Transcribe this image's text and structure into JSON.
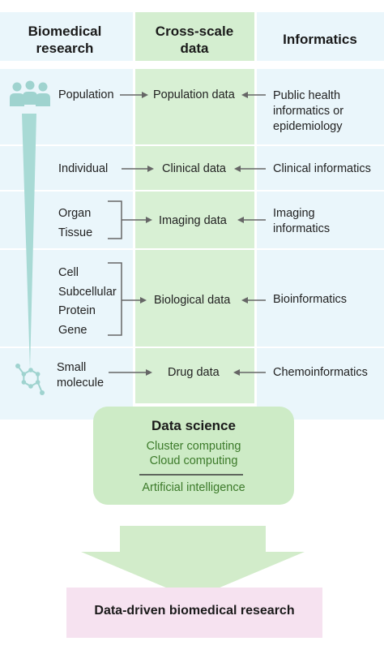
{
  "colors": {
    "left_bg": "#eaf6fb",
    "mid_bg": "#d8f0d4",
    "right_bg": "#eaf6fb",
    "header_left_bg": "#eaf6fb",
    "header_mid_bg": "#d4eed0",
    "separator": "#ffffff",
    "arrow": "#666666",
    "funnel": "#a8dad5",
    "icon": "#9fd3cf",
    "data_science_bg": "#cdebc6",
    "data_science_text": "#3c7a2a",
    "big_arrow": "#d2ecca",
    "result_bg": "#f6e2f0"
  },
  "headers": {
    "left": "Biomedical research",
    "middle": "Cross-scale data",
    "right": "Informatics"
  },
  "rows": [
    {
      "left": [
        "Population"
      ],
      "middle": "Population data",
      "right": [
        "Public health",
        "informatics or",
        "epidemiology"
      ],
      "icon": "people-icon"
    },
    {
      "left": [
        "Individual"
      ],
      "middle": "Clinical data",
      "right": [
        "Clinical informatics"
      ]
    },
    {
      "left": [
        "Organ",
        "Tissue"
      ],
      "middle": "Imaging data",
      "right": [
        "Imaging",
        "informatics"
      ]
    },
    {
      "left": [
        "Cell",
        "Subcellular",
        "Protein",
        "Gene"
      ],
      "middle": "Biological data",
      "right": [
        "Bioinformatics"
      ]
    },
    {
      "left": [
        "Small",
        "molecule"
      ],
      "middle": "Drug data",
      "right": [
        "Chemoinformatics"
      ],
      "icon": "molecule-icon"
    }
  ],
  "data_science": {
    "title": "Data science",
    "items": [
      "Cluster computing",
      "Cloud computing"
    ],
    "ai": "Artificial intelligence"
  },
  "result": "Data-driven biomedical research"
}
